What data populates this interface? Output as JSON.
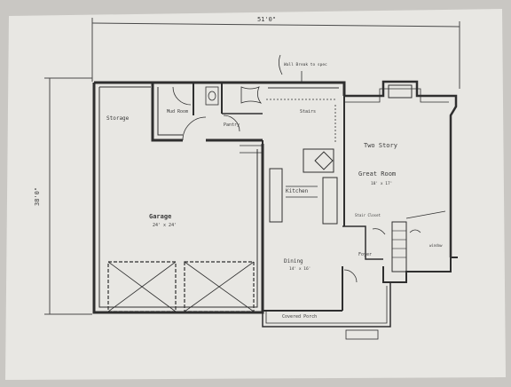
{
  "plan": {
    "overall_width": "51'0\"",
    "overall_depth": "38'0\"",
    "note": "Wall Break to spec",
    "rooms": {
      "storage": "Storage",
      "mud_room": "Mud Room",
      "pantry": "Pantry",
      "stairs": "Stairs",
      "kitchen": "Kitchen",
      "dining": "Dining",
      "dining_size": "14' x 16'",
      "garage": "Garage",
      "garage_size": "24' x 24'",
      "two_story": "Two Story",
      "great_room": "Great Room",
      "great_room_size": "18' x 17'",
      "foyer": "Foyer",
      "covered_porch": "Covered Porch",
      "window": "window",
      "closet": "Stair Closet"
    }
  },
  "colors": {
    "paper": "#e7e6e2",
    "ink": "#3a3a3a",
    "light_ink": "#8a8a88"
  }
}
